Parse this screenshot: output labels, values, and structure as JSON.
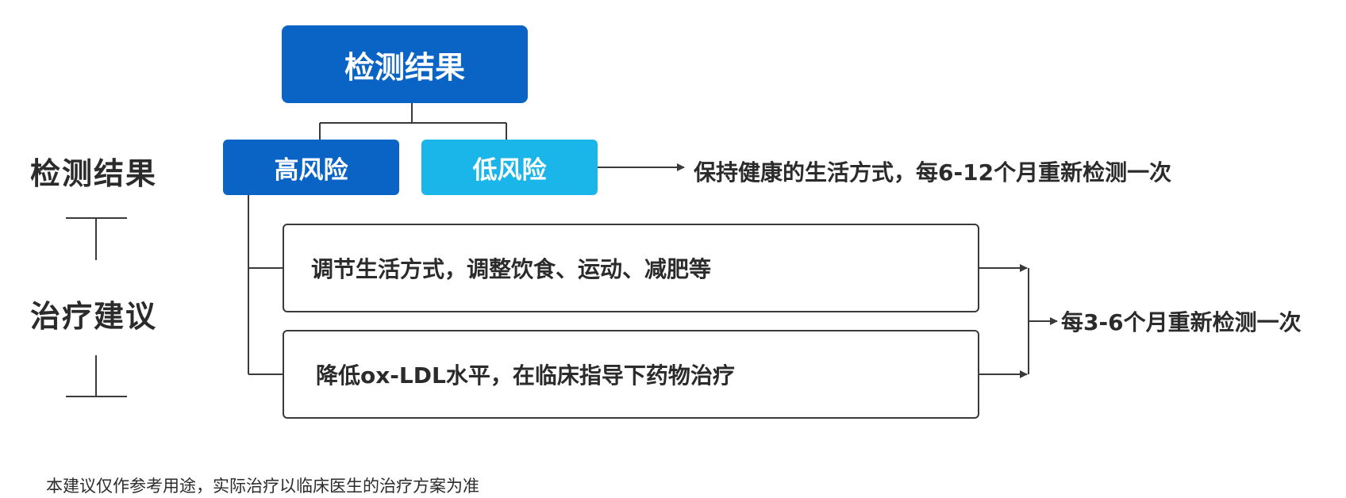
{
  "side_labels": {
    "top": "检测结果",
    "bottom": "治疗建议"
  },
  "root": {
    "label": "检测结果",
    "color": "#0964c6"
  },
  "risk": {
    "high": {
      "label": "高风险",
      "color": "#0964c6"
    },
    "low": {
      "label": "低风险",
      "color": "#1bb6e9"
    }
  },
  "low_risk_advice": "保持健康的生活方式，每6-12个月重新检测一次",
  "high_risk_advice": [
    "调节生活方式，调整饮食、运动、减肥等",
    "降低ox-LDL水平，在临床指导下药物治疗"
  ],
  "high_risk_followup": "每3-6个月重新检测一次",
  "footnote": "本建议仅作参考用途，实际治疗以临床医生的治疗方案为准"
}
